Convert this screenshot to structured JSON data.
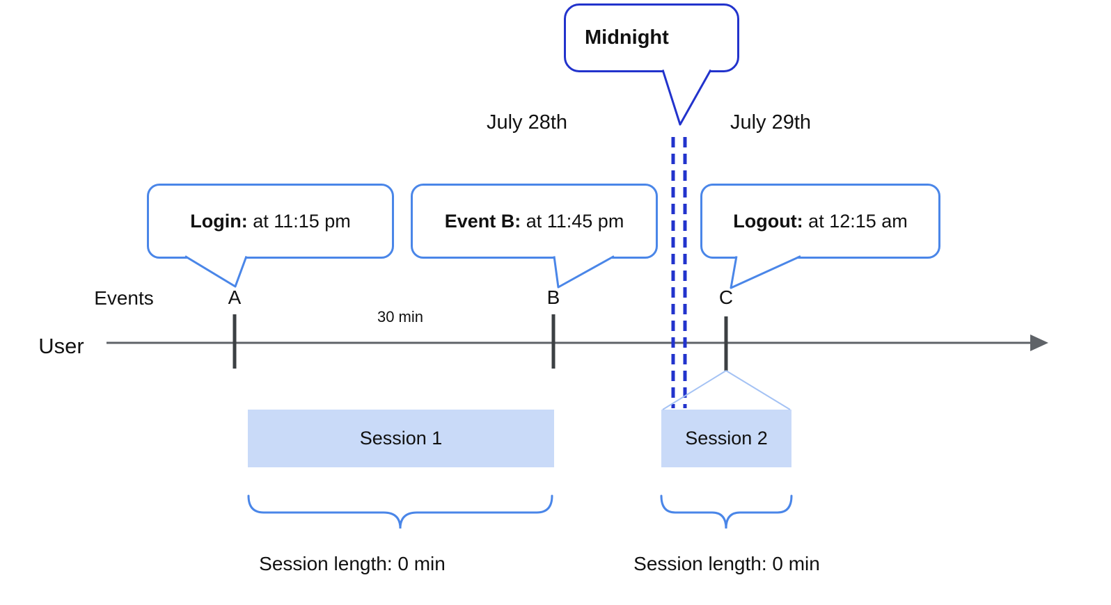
{
  "midnight_callout": {
    "label": "Midnight"
  },
  "date_labels": {
    "before": "July 28th",
    "after": "July 29th"
  },
  "event_callouts": [
    {
      "id": "login",
      "bold": "Login:",
      "text": " at 11:15 pm"
    },
    {
      "id": "event-b",
      "bold": "Event B:",
      "text": " at 11:45 pm"
    },
    {
      "id": "logout",
      "bold": "Logout:",
      "text": " at 12:15 am"
    }
  ],
  "timeline": {
    "events_label": "Events",
    "user_label": "User",
    "interval_label": "30 min",
    "tick_labels": [
      "A",
      "B",
      "C"
    ]
  },
  "sessions": [
    {
      "label": "Session 1",
      "length": "Session length: 0 min"
    },
    {
      "label": "Session 2",
      "length": "Session length: 0 min"
    }
  ],
  "colors": {
    "callout_border": "#4a86e8",
    "midnight_border": "#2233cc",
    "midnight_dash": "#2233cc",
    "session_fill": "#c9daf8",
    "session_fan_line": "#a4c2f4",
    "axis_line": "#5f6368",
    "tick": "#3c4043",
    "brace": "#4a86e8",
    "text": "#111111"
  }
}
